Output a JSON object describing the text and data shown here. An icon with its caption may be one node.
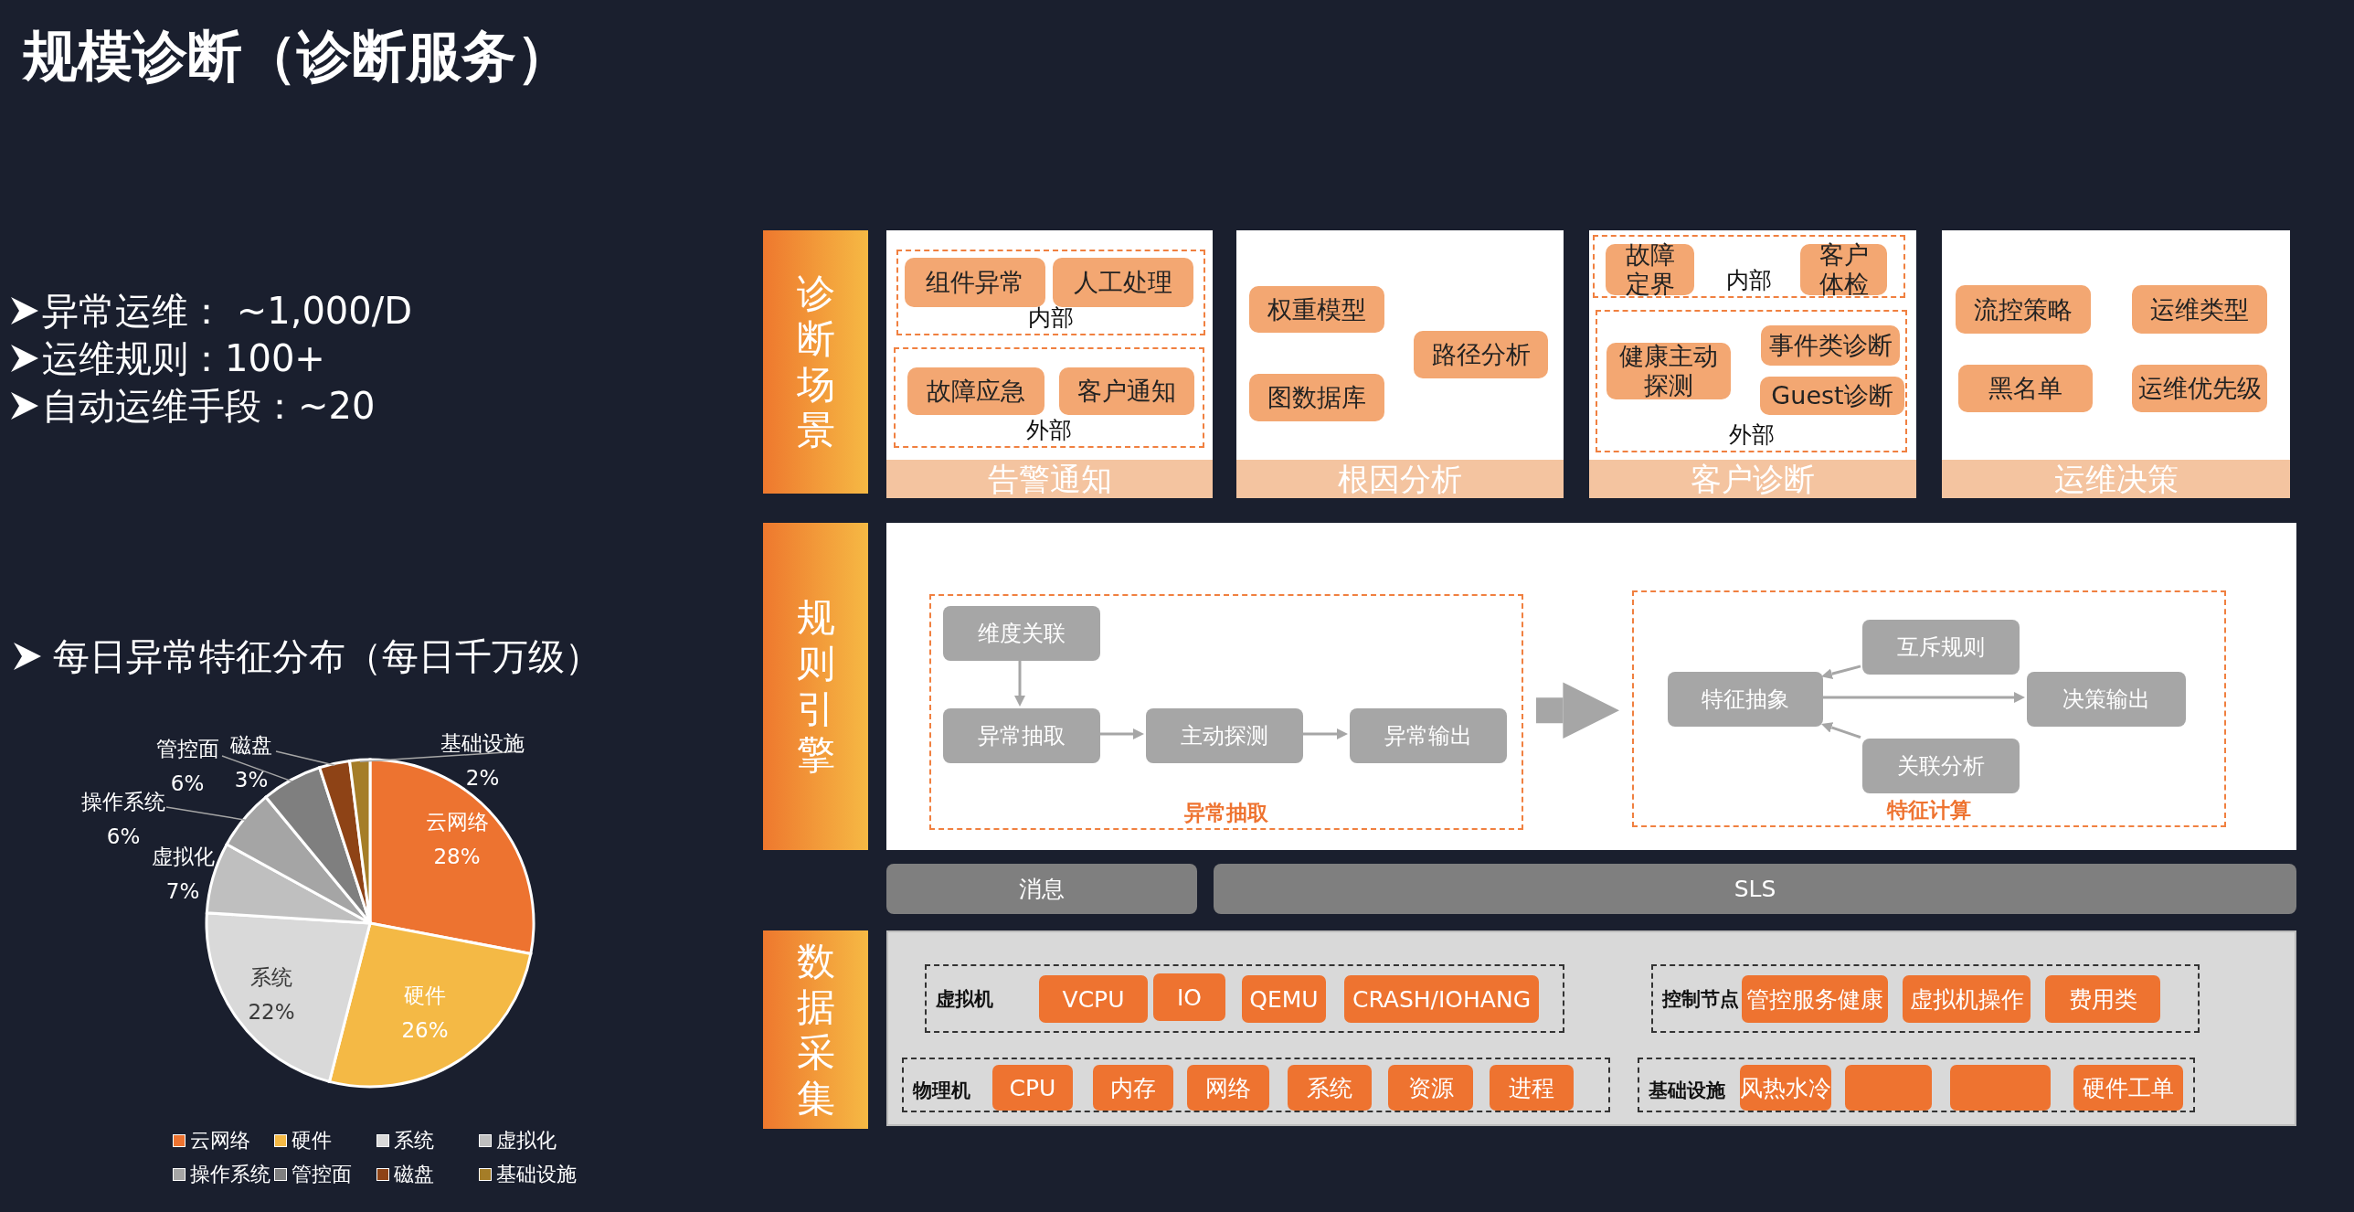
{
  "diagram": {
    "title": "规模诊断（诊断服务）",
    "nodes": [
      {
        "text": [
          "诊断场景"
        ]
      },
      {
        "text": [
          "规则引擎"
        ]
      },
      {
        "text": [
          "数据采集"
        ]
      },
      {
        "text": [
          "告警通知"
        ]
      },
      {
        "text": [
          "内部"
        ],
        "in": 3
      },
      {
        "text": [
          "组件异常"
        ],
        "in": 4
      },
      {
        "text": [
          "人工处理"
        ],
        "in": 4
      },
      {
        "text": [
          "外部"
        ],
        "in": 3
      },
      {
        "text": [
          "故障应急"
        ],
        "in": 7
      },
      {
        "text": [
          "客户通知"
        ],
        "in": 7
      },
      {
        "text": [
          "根因分析"
        ]
      },
      {
        "text": [
          "权重模型"
        ],
        "in": 10
      },
      {
        "text": [
          "图数据库"
        ],
        "in": 10
      },
      {
        "text": [
          "路径分析"
        ],
        "in": 10
      },
      {
        "text": [
          "客户诊断"
        ]
      },
      {
        "text": [
          "内部"
        ],
        "in": 14
      },
      {
        "text": [
          "故障定界"
        ],
        "in": 15
      },
      {
        "text": [
          "客户体检"
        ],
        "in": 15
      },
      {
        "text": [
          "外部"
        ],
        "in": 14
      },
      {
        "text": [
          "健康主动探测"
        ],
        "in": 18
      },
      {
        "text": [
          "事件类诊断"
        ],
        "in": 18
      },
      {
        "text": [
          "Guest诊断"
        ],
        "in": 18
      },
      {
        "text": [
          "运维决策"
        ]
      },
      {
        "text": [
          "流控策略"
        ],
        "in": 22
      },
      {
        "text": [
          "运维类型"
        ],
        "in": 22
      },
      {
        "text": [
          "黑名单"
        ],
        "in": 22
      },
      {
        "text": [
          "运维优先级"
        ],
        "in": 22
      },
      {
        "text": [],
        "shape": "box"
      },
      {
        "text": [
          "异常抽取"
        ],
        "in": 27
      },
      {
        "text": [
          "维度关联"
        ],
        "in": 28
      },
      {
        "text": [
          "异常抽取"
        ],
        "in": 28
      },
      {
        "text": [
          "主动探测"
        ],
        "in": 28
      },
      {
        "text": [
          "异常输出"
        ],
        "in": 28
      },
      {
        "text": [
          "特征计算"
        ],
        "in": 27
      },
      {
        "text": [
          "特征抽象"
        ],
        "in": 33
      },
      {
        "text": [
          "互斥规则"
        ],
        "in": 33
      },
      {
        "text": [
          "决策输出"
        ],
        "in": 33
      },
      {
        "text": [
          "关联分析"
        ],
        "in": 33
      },
      {
        "text": [
          "消息"
        ]
      },
      {
        "text": [
          "SLS"
        ]
      },
      {
        "text": [],
        "shape": "box"
      },
      {
        "text": [
          "虚拟机"
        ],
        "in": 40
      },
      {
        "text": [
          "VCPU"
        ],
        "in": 41
      },
      {
        "text": [
          "IO"
        ],
        "in": 41
      },
      {
        "text": [
          "QEMU"
        ],
        "in": 41
      },
      {
        "text": [
          "CRASH/IOHANG"
        ],
        "in": 41
      },
      {
        "text": [
          "控制节点"
        ],
        "in": 40
      },
      {
        "text": [
          "管控服务健康"
        ],
        "in": 46
      },
      {
        "text": [
          "虚拟机操作"
        ],
        "in": 46
      },
      {
        "text": [
          "费用类"
        ],
        "in": 46
      },
      {
        "text": [
          "物理机"
        ],
        "in": 40
      },
      {
        "text": [
          "CPU"
        ],
        "in": 50
      },
      {
        "text": [
          "内存"
        ],
        "in": 50
      },
      {
        "text": [
          "网络"
        ],
        "in": 50
      },
      {
        "text": [
          "系统"
        ],
        "in": 50
      },
      {
        "text": [
          "资源"
        ],
        "in": 50
      },
      {
        "text": [
          "进程"
        ],
        "in": 50
      },
      {
        "text": [
          "基础设施"
        ],
        "in": 40
      },
      {
        "text": [
          "风热水冷"
        ],
        "in": 57
      },
      {
        "text": [],
        "shape": "box",
        "in": 57
      },
      {
        "text": [],
        "shape": "box",
        "in": 57
      },
      {
        "text": [
          "硬件工单"
        ],
        "in": 57
      }
    ],
    "edges": [
      {
        "from": 29,
        "to": 30,
        "arrow": "to"
      },
      {
        "from": 30,
        "to": 31,
        "arrow": "to"
      },
      {
        "from": 31,
        "to": 32,
        "arrow": "to"
      },
      {
        "from": 28,
        "to": 33,
        "arrow": "to",
        "style": "thick"
      },
      {
        "from": 35,
        "to": 34,
        "arrow": "to"
      },
      {
        "from": 37,
        "to": 34,
        "arrow": "to"
      },
      {
        "from": 34,
        "to": 36,
        "arrow": "to"
      }
    ],
    "labels": [
      "异常运维： ~1,000/D",
      "运维规则：100+",
      "自动运维手段：~20"
    ],
    "legend": [
      {
        "text": "云网络",
        "color": "#ed7330"
      },
      {
        "text": "硬件",
        "color": "#f4b945"
      },
      {
        "text": "系统",
        "color": "#d9d9d9"
      },
      {
        "text": "虚拟化",
        "color": "#bfbfbf"
      },
      {
        "text": "操作系统",
        "color": "#a5a5a5"
      },
      {
        "text": "管控面",
        "color": "#7f7f7f"
      },
      {
        "text": "磁盘",
        "color": "#8e4316"
      },
      {
        "text": "基础设施",
        "color": "#a57d27"
      }
    ],
    "chart_data": {
      "type": "pie",
      "title": "每日异常特征分布（每日千万级）",
      "categories": [
        "云网络",
        "硬件",
        "系统",
        "虚拟化",
        "操作系统",
        "管控面",
        "磁盘",
        "基础设施"
      ],
      "values": [
        28,
        26,
        22,
        7,
        6,
        6,
        3,
        2
      ],
      "value_labels": [
        "28%",
        "26%",
        "22%",
        "7%",
        "6%",
        "6%",
        "3%",
        "2%"
      ]
    }
  }
}
